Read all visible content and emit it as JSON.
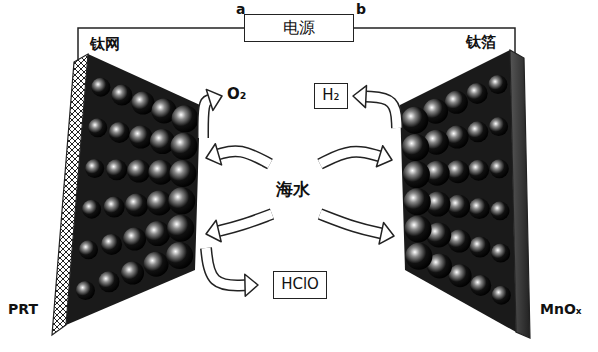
{
  "diagram": {
    "nodes": [
      {
        "text": [
          "电源"
        ]
      },
      {
        "text": [
          "H₂"
        ]
      },
      {
        "text": [
          "HClO"
        ]
      }
    ],
    "labels": [
      "a",
      "b",
      "钛网",
      "钛箔",
      "O₂",
      "海水",
      "PRT",
      "MnOₓ"
    ]
  }
}
